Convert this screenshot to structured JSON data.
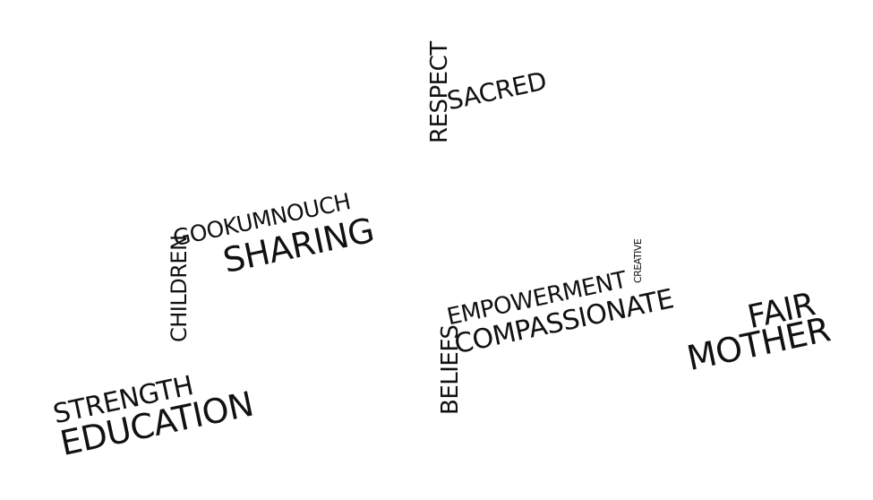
{
  "words": {
    "respect": "RESPECT",
    "sacred": "SACRED",
    "children": "CHILDREN",
    "gookumnouch": "GOOKUMNOUCH",
    "sharing": "SHARING",
    "beliefs": "BELIEFS",
    "empowerment": "EMPOWERMENT",
    "creative": "CREATIVE",
    "compassionate": "COMPASSIONATE",
    "fair": "FAIR",
    "mother": "MOTHER",
    "strength": "STRENGTH",
    "education": "EDUCATION"
  },
  "colors": {
    "text": "#111111",
    "background": "#ffffff"
  }
}
